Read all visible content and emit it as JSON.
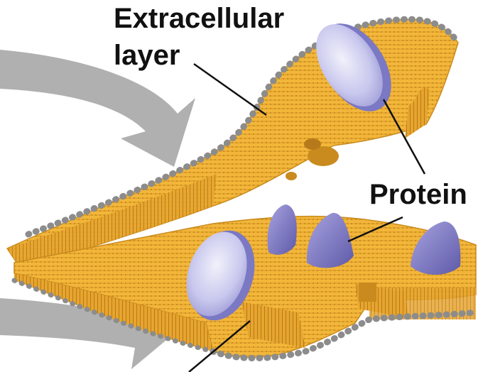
{
  "labels": {
    "extracellular_line1": "Extracellular",
    "extracellular_line2": "layer",
    "protein": "Protein"
  },
  "colors": {
    "background": "#ffffff",
    "membrane_yellow": "#f2b63a",
    "membrane_shadow": "#c98a1e",
    "phospholipid_head": "#8c8c8c",
    "protein_flat": "#b9b9e6",
    "protein_flat_edge": "#7b78c4",
    "protein_spike": "#8581c9",
    "arrow_gray": "#a7a7a7",
    "leader_line": "#111111"
  }
}
